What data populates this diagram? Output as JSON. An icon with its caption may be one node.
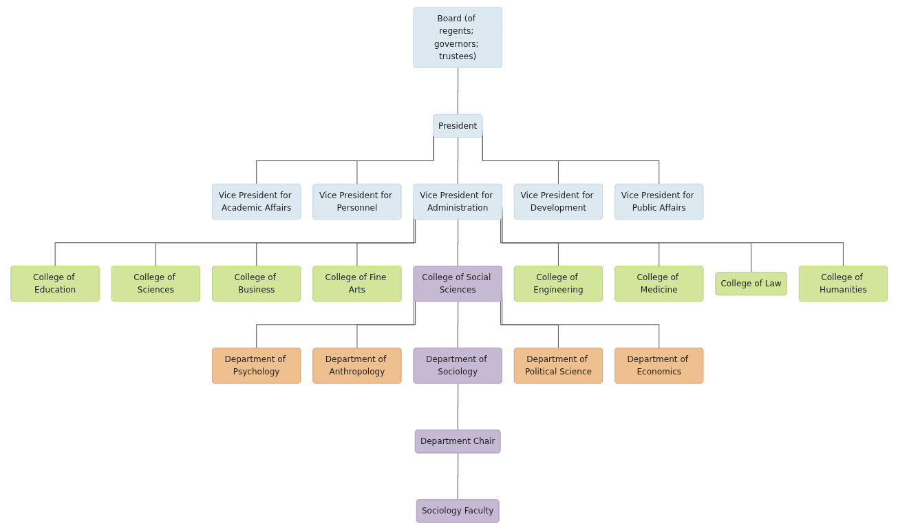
{
  "diagram": {
    "nodes": [
      {
        "text": [
          "Board (of regents; governors; trustees)"
        ]
      },
      {
        "text": [
          "President"
        ]
      },
      {
        "text": [
          "Vice President for Academic Affairs"
        ]
      },
      {
        "text": [
          "Vice President for Personnel"
        ]
      },
      {
        "text": [
          "Vice President for Administration"
        ]
      },
      {
        "text": [
          "Vice President for Development"
        ]
      },
      {
        "text": [
          "Vice President for Public Affairs"
        ]
      },
      {
        "text": [
          "College of Education"
        ]
      },
      {
        "text": [
          "College of Sciences"
        ]
      },
      {
        "text": [
          "College of Business"
        ]
      },
      {
        "text": [
          "College of Fine Arts"
        ]
      },
      {
        "text": [
          "College of Social Sciences"
        ]
      },
      {
        "text": [
          "College of Engineering"
        ]
      },
      {
        "text": [
          "College of Medicine"
        ]
      },
      {
        "text": [
          "College of Law"
        ]
      },
      {
        "text": [
          "College of Humanities"
        ]
      },
      {
        "text": [
          "Department of Psychology"
        ]
      },
      {
        "text": [
          "Department of Anthropology"
        ]
      },
      {
        "text": [
          "Department of Sociology"
        ]
      },
      {
        "text": [
          "Department of Political Science"
        ]
      },
      {
        "text": [
          "Department of Economics"
        ]
      },
      {
        "text": [
          "Department Chair"
        ]
      },
      {
        "text": [
          "Sociology Faculty"
        ]
      }
    ],
    "edges": [
      {
        "from": 0,
        "to": 1,
        "arrow": "none"
      },
      {
        "from": 1,
        "to": 2,
        "arrow": "none"
      },
      {
        "from": 1,
        "to": 3,
        "arrow": "none"
      },
      {
        "from": 1,
        "to": 4,
        "arrow": "none"
      },
      {
        "from": 1,
        "to": 5,
        "arrow": "none"
      },
      {
        "from": 1,
        "to": 6,
        "arrow": "none"
      },
      {
        "from": 4,
        "to": 7,
        "arrow": "none"
      },
      {
        "from": 4,
        "to": 8,
        "arrow": "none"
      },
      {
        "from": 4,
        "to": 9,
        "arrow": "none"
      },
      {
        "from": 4,
        "to": 10,
        "arrow": "none"
      },
      {
        "from": 4,
        "to": 11,
        "arrow": "none"
      },
      {
        "from": 4,
        "to": 12,
        "arrow": "none"
      },
      {
        "from": 4,
        "to": 13,
        "arrow": "none"
      },
      {
        "from": 4,
        "to": 14,
        "arrow": "none"
      },
      {
        "from": 4,
        "to": 15,
        "arrow": "none"
      },
      {
        "from": 11,
        "to": 16,
        "arrow": "none"
      },
      {
        "from": 11,
        "to": 17,
        "arrow": "none"
      },
      {
        "from": 11,
        "to": 18,
        "arrow": "none"
      },
      {
        "from": 11,
        "to": 19,
        "arrow": "none"
      },
      {
        "from": 11,
        "to": 20,
        "arrow": "none"
      },
      {
        "from": 18,
        "to": 21,
        "arrow": "none"
      },
      {
        "from": 21,
        "to": 22,
        "arrow": "none"
      }
    ]
  }
}
